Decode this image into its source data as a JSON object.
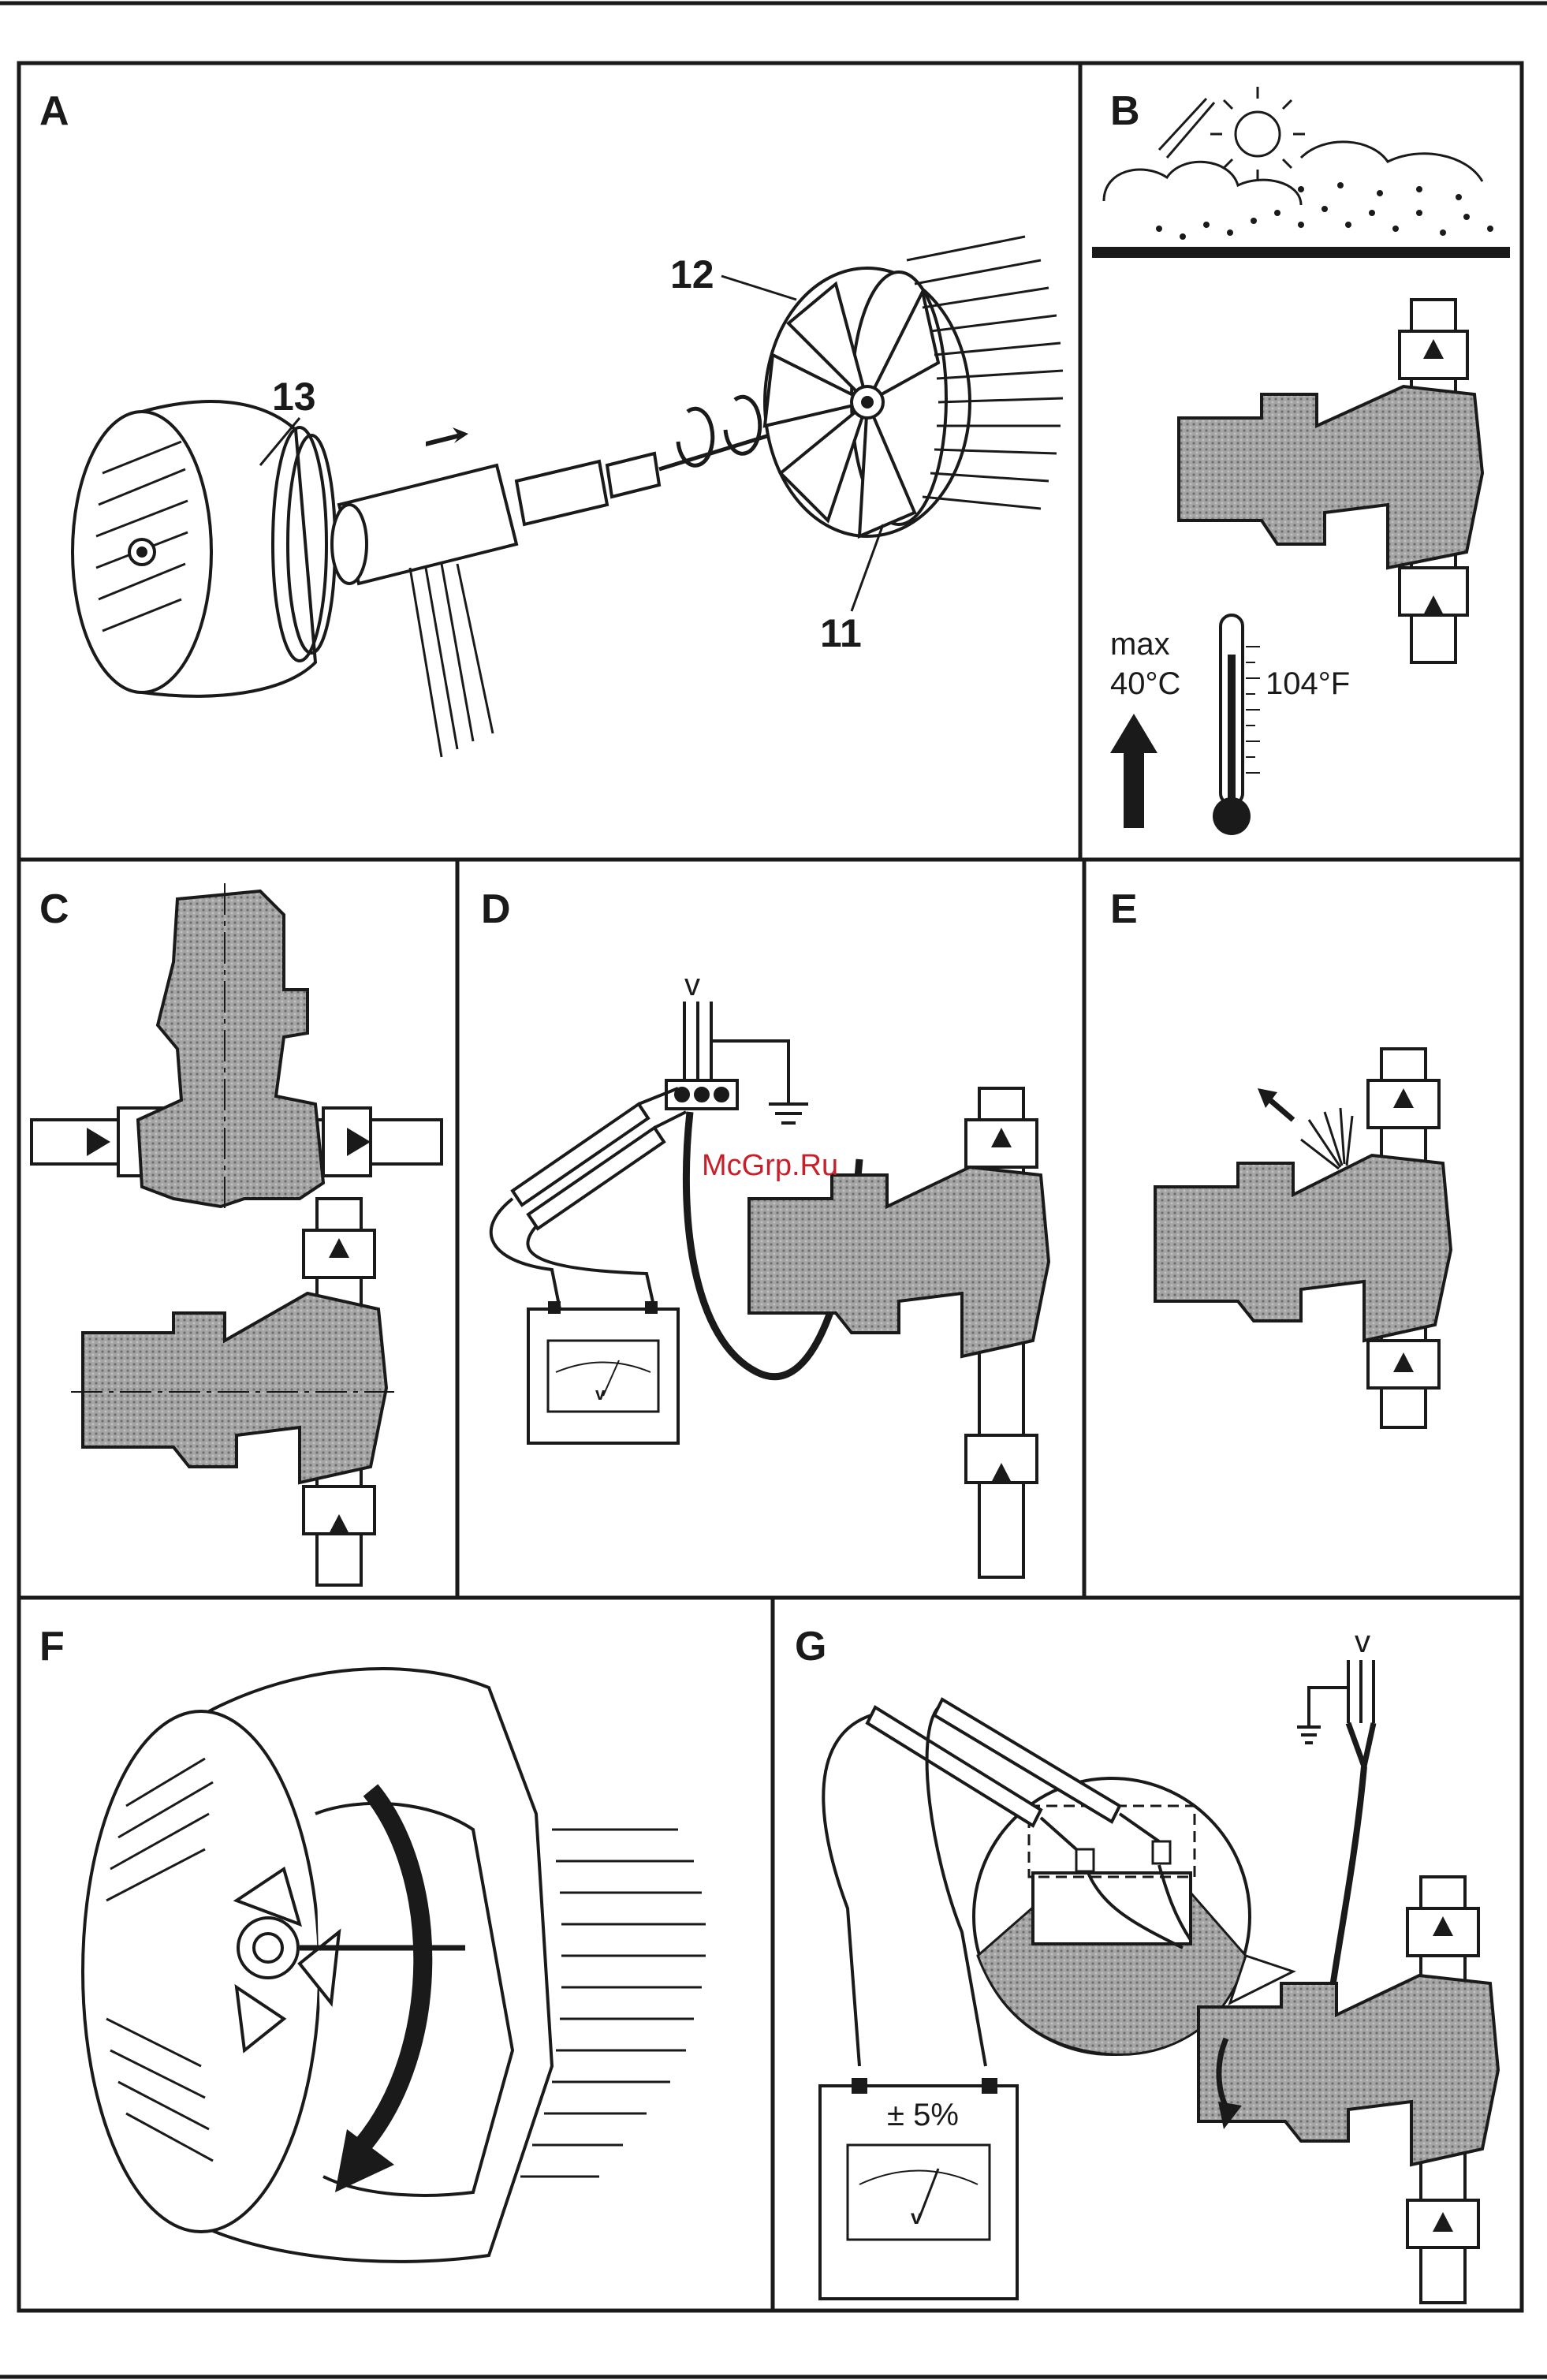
{
  "panels": {
    "A": {
      "letter": "A",
      "parts": [
        "13",
        "12",
        "11"
      ]
    },
    "B": {
      "letter": "B",
      "temp_max": "max",
      "temp_c": "40°C",
      "temp_f": "104°F"
    },
    "C": {
      "letter": "C"
    },
    "D": {
      "letter": "D",
      "supply": "v",
      "meter": "v"
    },
    "E": {
      "letter": "E"
    },
    "F": {
      "letter": "F"
    },
    "G": {
      "letter": "G",
      "supply": "v",
      "tolerance": "± 5%",
      "meter": "v"
    }
  },
  "watermark": "McGrp.Ru",
  "colors": {
    "ink": "#1a1a1a",
    "pump_fill": "#9a9a9a",
    "watermark": "#c8202a"
  }
}
